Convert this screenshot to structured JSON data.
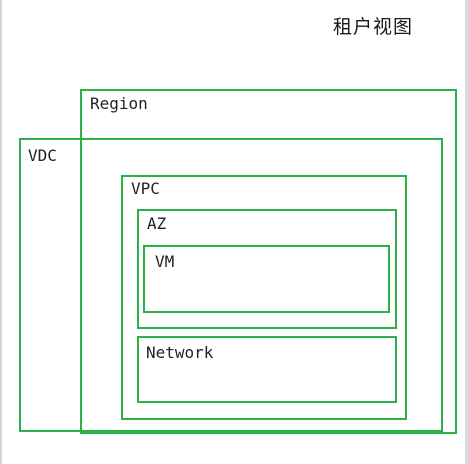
{
  "title": "租户视图",
  "accent_color": "#2bb04a",
  "boxes": {
    "region": "Region",
    "vdc": "VDC",
    "vpc": "VPC",
    "az": "AZ",
    "vm": "VM",
    "network": "Network"
  }
}
